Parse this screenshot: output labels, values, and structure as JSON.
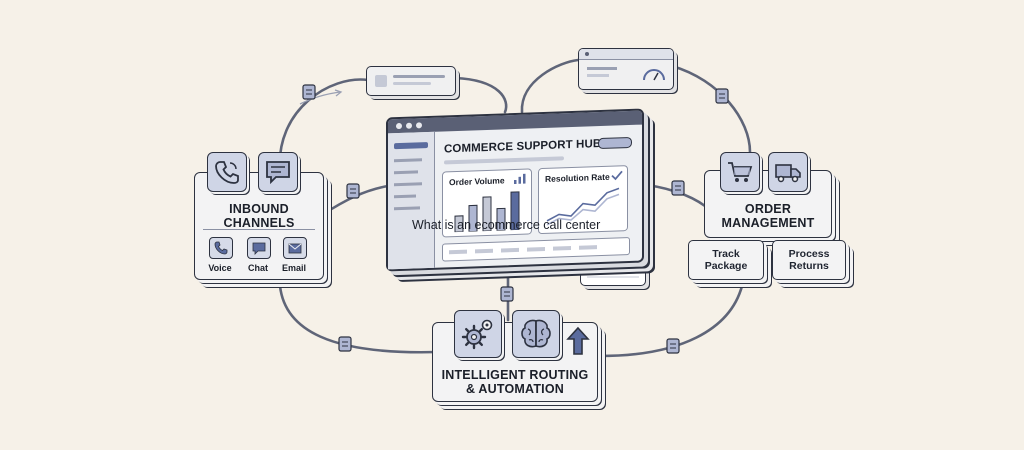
{
  "caption": "What is an ecommerce call center",
  "hub": {
    "title": "COMMERCE SUPPORT HUB",
    "panels": [
      {
        "title": "Order Volume"
      },
      {
        "title": "Resolution Rate"
      }
    ]
  },
  "inbound": {
    "title_line1": "INBOUND",
    "title_line2": "CHANNELS",
    "channels": [
      {
        "label": "Voice",
        "icon": "phone-icon"
      },
      {
        "label": "Chat",
        "icon": "chat-icon"
      },
      {
        "label": "Email",
        "icon": "email-icon"
      }
    ]
  },
  "order_management": {
    "title_line1": "ORDER",
    "title_line2": "MANAGEMENT",
    "actions": [
      {
        "line1": "Track",
        "line2": "Package"
      },
      {
        "line1": "Process",
        "line2": "Returns"
      }
    ]
  },
  "routing": {
    "title_line1": "INTELLIGENT ROUTING",
    "title_line2": "& AUTOMATION",
    "icons": [
      "gears-icon",
      "brain-icon",
      "arrow-up-icon"
    ]
  },
  "colors": {
    "background": "#f6f1e8",
    "card": "#f3f3f4",
    "outline": "#2d3240",
    "accent": "#5a6b9e",
    "tile": "#cfd5e6"
  }
}
